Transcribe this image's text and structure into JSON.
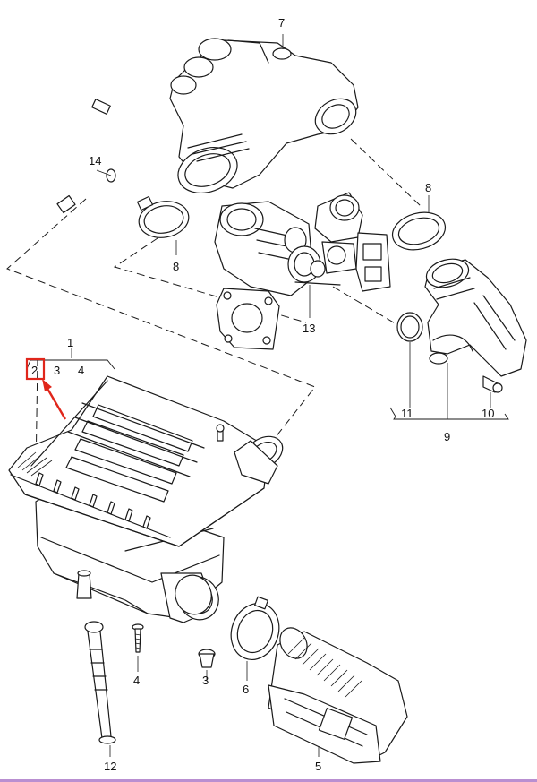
{
  "colors": {
    "line": "#1a1a1a",
    "highlight": "#e0261b",
    "bottom_bar": "#b98fd1"
  },
  "labels": {
    "p1": "1",
    "p2": "2",
    "p3_group": "3",
    "p4_group": "4",
    "p3": "3",
    "p4": "4",
    "p5": "5",
    "p6": "6",
    "p7": "7",
    "p8_top": "8",
    "p8_left": "8",
    "p9": "9",
    "p10": "10",
    "p11": "11",
    "p12": "12",
    "p13": "13",
    "p14": "14"
  }
}
